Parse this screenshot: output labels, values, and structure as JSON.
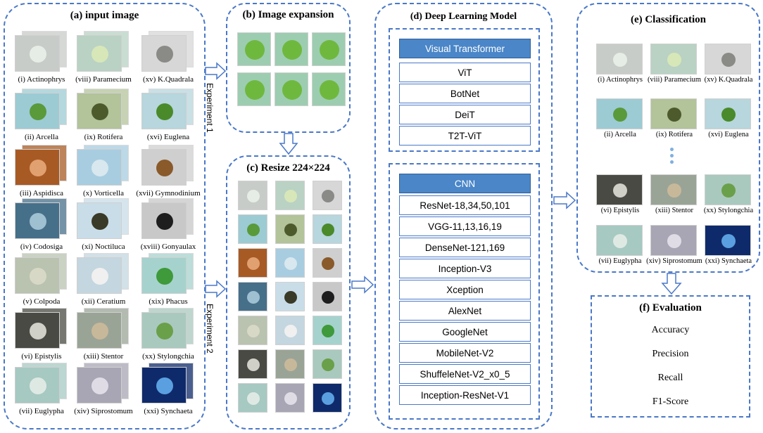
{
  "panels": {
    "a": {
      "title": "(a)   input image"
    },
    "b": {
      "title": "(b) Image expansion"
    },
    "c": {
      "title": "(c) Resize 224×224"
    },
    "d": {
      "title": "(d) Deep Learning Model"
    },
    "e": {
      "title": "(e) Classification"
    },
    "f": {
      "title": "(f)  Evaluation"
    }
  },
  "input_images": [
    {
      "label": "(i) Actinophrys",
      "color": "#c8ccc8",
      "cell": "#e6ece6"
    },
    {
      "label": "(viii) Paramecium",
      "color": "#b9d2c4",
      "cell": "#d8e7b8"
    },
    {
      "label": "(xv) K.Quadrala",
      "color": "#d7d7d7",
      "cell": "#8a8a86"
    },
    {
      "label": "(ii) Arcella",
      "color": "#9ccbd4",
      "cell": "#5a9a3a"
    },
    {
      "label": "(ix) Rotifera",
      "color": "#b3c39a",
      "cell": "#4d5a2c"
    },
    {
      "label": "(xvi) Euglena",
      "color": "#b7d6dd",
      "cell": "#4a8a2a"
    },
    {
      "label": "(iii) Aspidisca",
      "color": "#a85a24",
      "cell": "#e0a070"
    },
    {
      "label": "(x) Vorticella",
      "color": "#a8cde0",
      "cell": "#d8e8ee"
    },
    {
      "label": "(xvii) Gymnodinium",
      "color": "#cfcfcf",
      "cell": "#8a5a2a"
    },
    {
      "label": "(iv) Codosiga",
      "color": "#466f8a",
      "cell": "#9fc0d0"
    },
    {
      "label": "(xi) Noctiluca",
      "color": "#c9dde8",
      "cell": "#3a3a28"
    },
    {
      "label": "(xviii) Gonyaulax",
      "color": "#c8c8c8",
      "cell": "#1e1e1e"
    },
    {
      "label": "(v) Colpoda",
      "color": "#b9c3b0",
      "cell": "#d8d8c6"
    },
    {
      "label": "(xii) Ceratium",
      "color": "#c4d6df",
      "cell": "#f0f0f0"
    },
    {
      "label": "(xix) Phacus",
      "color": "#a6d2cd",
      "cell": "#3e9a3a"
    },
    {
      "label": "(vi) Epistylis",
      "color": "#4a4a44",
      "cell": "#d0d0c8"
    },
    {
      "label": "(xiii) Stentor",
      "color": "#9aa496",
      "cell": "#c8b89a"
    },
    {
      "label": "(xx) Stylongchia",
      "color": "#a9c9be",
      "cell": "#6aa04a"
    },
    {
      "label": "(vii) Euglypha",
      "color": "#a6c9c2",
      "cell": "#dfe9e4"
    },
    {
      "label": "(xiv) Siprostomum",
      "color": "#a8a6b4",
      "cell": "#e0dce6"
    },
    {
      "label": "(xxi) Synchaeta",
      "color": "#0f2a6a",
      "cell": "#5aa0e0"
    }
  ],
  "experiments": {
    "exp1": "Experiment 1",
    "exp2": "Experiment 2"
  },
  "models": {
    "transformer_title": "Visual Transformer",
    "transformers": [
      "ViT",
      "BotNet",
      "DeiT",
      "T2T-ViT"
    ],
    "cnn_title": "CNN",
    "cnns": [
      "ResNet-18,34,50,101",
      "VGG-11,13,16,19",
      "DenseNet-121,169",
      "Inception-V3",
      "Xception",
      "AlexNet",
      "GoogleNet",
      "MobileNet-V2",
      "ShuffeleNet-V2_x0_5",
      "Inception-ResNet-V1"
    ]
  },
  "classification": [
    {
      "label": "(i) Actinophrys",
      "color": "#c8ccc8",
      "cell": "#e6ece6"
    },
    {
      "label": "(viii) Paramecium",
      "color": "#b9d2c4",
      "cell": "#d8e7b8"
    },
    {
      "label": "(xv) K.Quadrala",
      "color": "#d7d7d7",
      "cell": "#8a8a86"
    },
    {
      "label": "(ii) Arcella",
      "color": "#9ccbd4",
      "cell": "#5a9a3a"
    },
    {
      "label": "(ix) Rotifera",
      "color": "#b3c39a",
      "cell": "#4d5a2c"
    },
    {
      "label": "(xvi) Euglena",
      "color": "#b7d6dd",
      "cell": "#4a8a2a"
    },
    {
      "label": "(vi) Epistylis",
      "color": "#4a4a44",
      "cell": "#d0d0c8"
    },
    {
      "label": "(xiii) Stentor",
      "color": "#9aa496",
      "cell": "#c8b89a"
    },
    {
      "label": "(xx) Stylongchia",
      "color": "#a9c9be",
      "cell": "#6aa04a"
    },
    {
      "label": "(vii) Euglypha",
      "color": "#a6c9c2",
      "cell": "#dfe9e4"
    },
    {
      "label": "(xiv) Siprostomum",
      "color": "#a8a6b4",
      "cell": "#e0dce6"
    },
    {
      "label": "(xxi) Synchaeta",
      "color": "#0f2a6a",
      "cell": "#5aa0e0"
    }
  ],
  "evaluation": [
    "Accuracy",
    "Precision",
    "Recall",
    "F1-Score"
  ],
  "colors": {
    "border": "#4a78c8",
    "header_fill": "#4a86c8",
    "expansion_bg": "#9ccdb0",
    "expansion_cell": "#6fb83e"
  }
}
